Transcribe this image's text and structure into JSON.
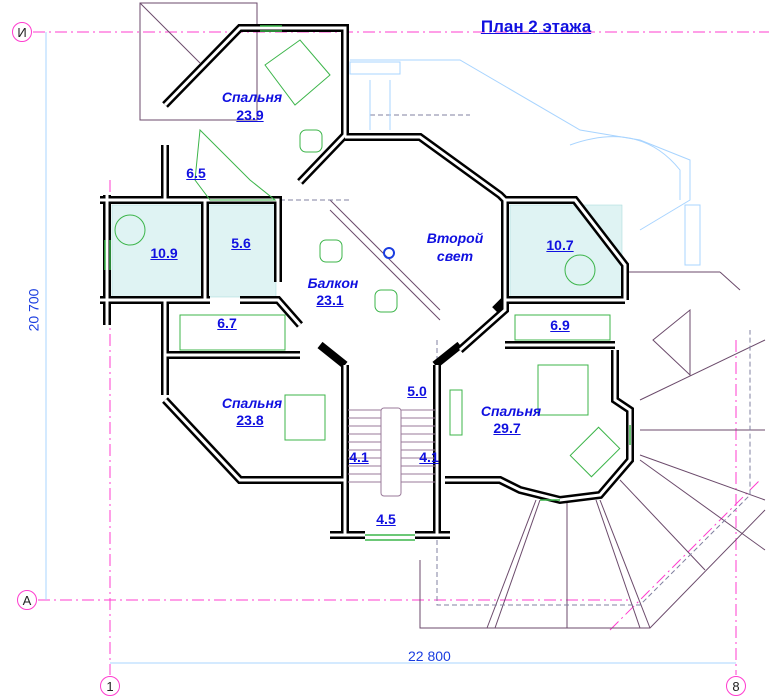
{
  "title": "План 2 этажа",
  "axes": {
    "top": "И",
    "bottom": "А",
    "left": "1",
    "right": "8"
  },
  "dimensions": {
    "vertical": "20 700",
    "horizontal": "22 800"
  },
  "rooms": {
    "bedroom_nw": {
      "name": "Спальня",
      "area": "23.9"
    },
    "closet_nw": {
      "area": "6.5"
    },
    "bath_w": {
      "area": "10.9"
    },
    "bath_small": {
      "area": "5.6"
    },
    "balcony": {
      "name": "Балкон",
      "area": "23.1"
    },
    "second_light": {
      "line1": "Второй",
      "line2": "свет"
    },
    "bath_e": {
      "area": "10.7"
    },
    "closet_w": {
      "area": "6.7"
    },
    "closet_e": {
      "area": "6.9"
    },
    "bedroom_sw": {
      "name": "Спальня",
      "area": "23.8"
    },
    "hall": {
      "area": "5.0"
    },
    "bedroom_se": {
      "name": "Спальня",
      "area": "29.7"
    },
    "stairs_left": {
      "area": "4.1"
    },
    "stairs_right": {
      "area": "4.1"
    },
    "landing": {
      "area": "4.5"
    }
  },
  "colors": {
    "label": "#1010e0",
    "wall": "#000000",
    "furniture": "#3cb54a",
    "axis": "#ff3ccf",
    "roof": "#6b4a6b",
    "dimension": "#a8d4ff"
  }
}
